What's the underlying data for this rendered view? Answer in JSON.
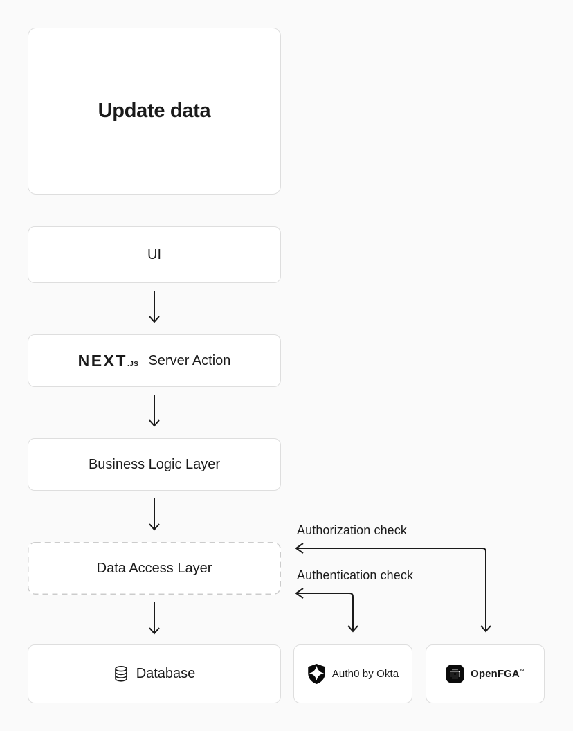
{
  "page": {
    "background": "#fafafa",
    "card_background": "#ffffff",
    "border_color": "#dedede",
    "dashed_border_color": "#cccccc",
    "text_color": "#1a1a1a",
    "arrow_color": "#1a1a1a"
  },
  "action_card": {
    "label": "Update data"
  },
  "flow_nodes": {
    "ui": {
      "label": "UI"
    },
    "server_action": {
      "brand_text": "NEXT",
      "brand_suffix": ".JS",
      "label": "Server Action",
      "icon": "nextjs-wordmark"
    },
    "business_logic": {
      "label": "Business Logic Layer"
    },
    "data_access": {
      "label": "Data Access Layer"
    },
    "database": {
      "label": "Database",
      "icon": "database-cylinder-icon"
    }
  },
  "service_nodes": {
    "auth0": {
      "label": "Auth0 by Okta",
      "icon": "auth0-shield-icon"
    },
    "openfga": {
      "label": "OpenFGA",
      "trademark": "™",
      "icon": "openfga-dots-icon"
    }
  },
  "annotations": {
    "authorization_check": "Authorization check",
    "authentication_check": "Authentication check"
  }
}
